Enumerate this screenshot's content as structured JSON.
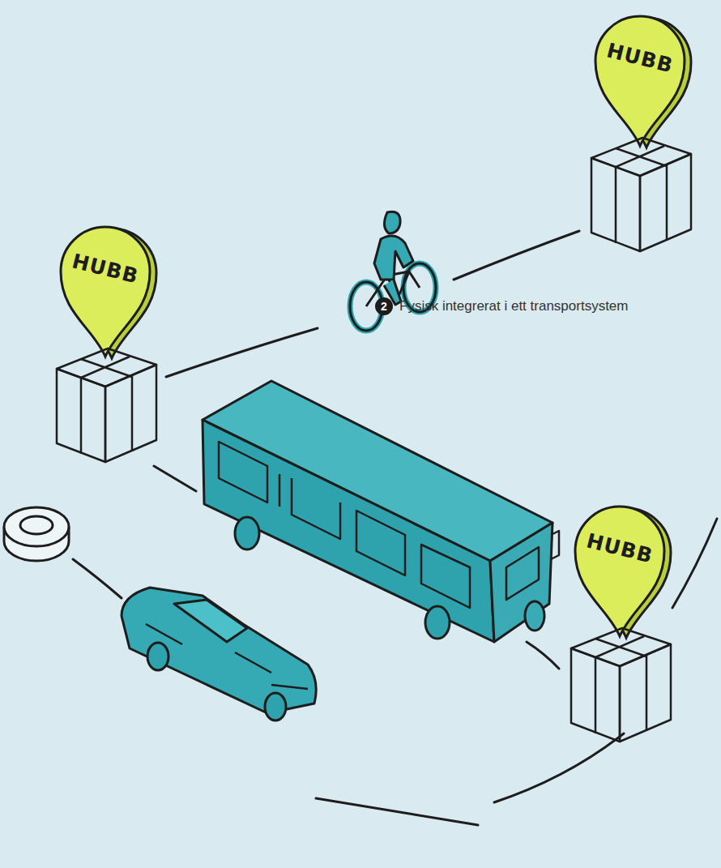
{
  "diagram": {
    "nodes": [
      {
        "text": [
          "HUBB"
        ]
      },
      {
        "text": [
          "HUBB"
        ]
      },
      {
        "text": [
          "HUBB"
        ]
      }
    ],
    "edges": [
      {
        "from": 1,
        "to": 0,
        "arrow": "none"
      },
      {
        "from": 1,
        "to": 2,
        "arrow": "none"
      }
    ],
    "labels": [
      "2",
      "Fysisk integrerat i ett transportsystem"
    ]
  }
}
